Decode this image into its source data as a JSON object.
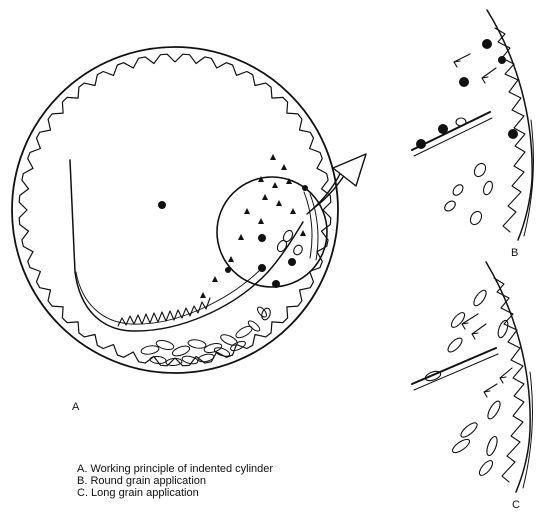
{
  "labels": {
    "a": "A",
    "b": "B",
    "c": "C"
  },
  "caption": [
    "A. Working principle of indented cylinder",
    "B. Round grain application",
    "C. Long grain application"
  ],
  "colors": {
    "ink": "#111111",
    "background": "#ffffff"
  }
}
